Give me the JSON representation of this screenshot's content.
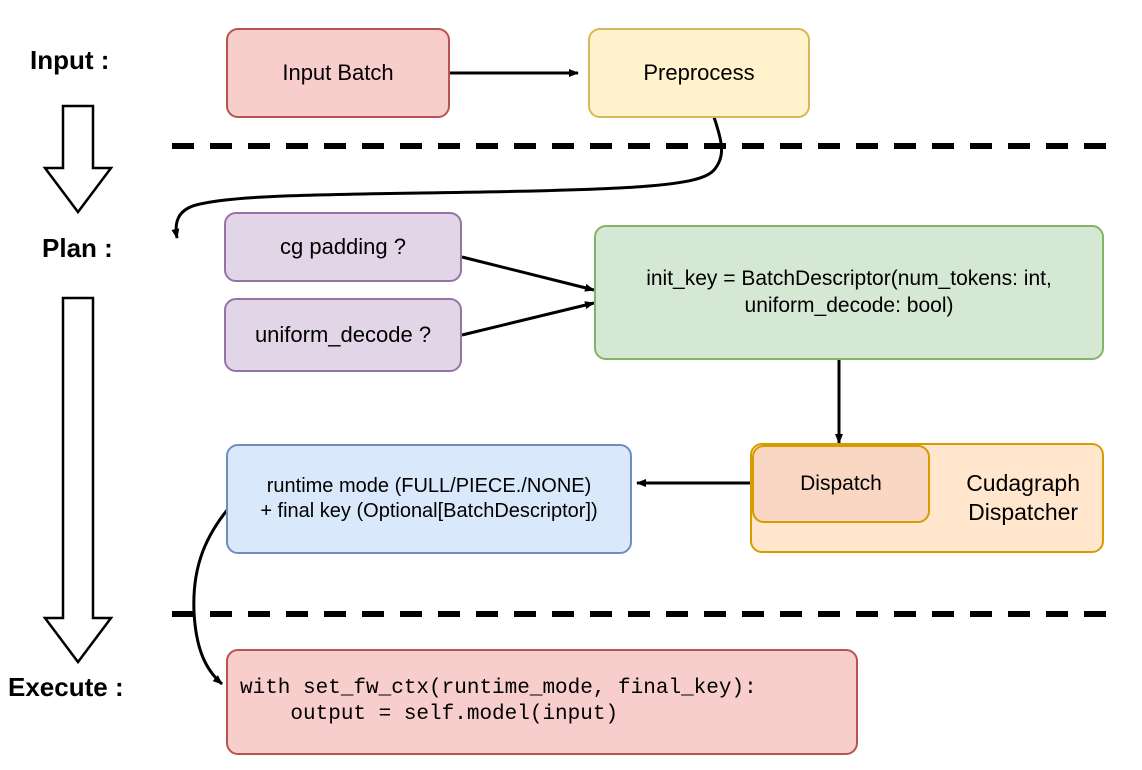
{
  "figure": {
    "title": "vLLM cudagraph dispatch pipeline diagram",
    "background": "#ffffff"
  },
  "stage_labels": [
    {
      "id": "input",
      "text": "Input :"
    },
    {
      "id": "plan",
      "text": "Plan :"
    },
    {
      "id": "execute",
      "text": "Execute :"
    }
  ],
  "nodes": {
    "input_batch": {
      "label": "Input Batch",
      "fill": "#f8cecc",
      "stroke": "#b85450"
    },
    "preprocess": {
      "label": "Preprocess",
      "fill": "#fff2cc",
      "stroke": "#d6b656"
    },
    "cg_padding": {
      "label": "cg padding ?",
      "fill": "#e1d5e7",
      "stroke": "#9673a6"
    },
    "uniform_decode": {
      "label": "uniform_decode ?",
      "fill": "#e1d5e7",
      "stroke": "#9673a6"
    },
    "init_key": {
      "line1": "init_key = BatchDescriptor(num_tokens: int,",
      "line2": "uniform_decode: bool)",
      "fill": "#d5e8d4",
      "stroke": "#82b366"
    },
    "cudagraph_dispatcher": {
      "label": "Cudagraph\nDispatcher",
      "fill": "#ffe6cc",
      "stroke": "#d79b00"
    },
    "dispatch": {
      "label": "Dispatch",
      "fill": "#fad7c3",
      "stroke": "#d79b00"
    },
    "runtime_mode": {
      "line1": "runtime mode (FULL/PIECE./NONE)",
      "line2": "+ final key (Optional[BatchDescriptor])",
      "fill": "#dae8fc",
      "stroke": "#6c8ebf"
    },
    "execute_code": {
      "line1": "with set_fw_ctx(runtime_mode, final_key):",
      "line2": "    output = self.model(input)",
      "fill": "#f8cecc",
      "stroke": "#b85450"
    }
  },
  "separators": [
    {
      "id": "input-plan-divider",
      "style": "dashed"
    },
    {
      "id": "plan-execute-divider",
      "style": "dashed"
    }
  ],
  "edges": [
    {
      "id": "input-batch-to-preprocess",
      "from": "input_batch",
      "to": "preprocess",
      "style": "straight-arrow"
    },
    {
      "id": "preprocess-to-cg-padding",
      "from": "preprocess",
      "to": "cg_padding",
      "style": "curved-arrow"
    },
    {
      "id": "cg-padding-to-init-key",
      "from": "cg_padding",
      "to": "init_key",
      "style": "straight-arrow"
    },
    {
      "id": "uniform-decode-to-init-key",
      "from": "uniform_decode",
      "to": "init_key",
      "style": "straight-arrow"
    },
    {
      "id": "init-key-to-dispatch",
      "from": "init_key",
      "to": "dispatch",
      "style": "straight-arrow"
    },
    {
      "id": "dispatch-to-runtime-mode",
      "from": "dispatch",
      "to": "runtime_mode",
      "style": "straight-arrow"
    },
    {
      "id": "runtime-mode-to-execute-code",
      "from": "runtime_mode",
      "to": "execute_code",
      "style": "curved-arrow"
    }
  ],
  "flow_arrows": [
    {
      "id": "input-to-plan-block-arrow",
      "direction": "down",
      "style": "hollow-block"
    },
    {
      "id": "plan-to-execute-block-arrow",
      "direction": "down",
      "style": "hollow-block"
    }
  ],
  "colors": {
    "line": "#000000",
    "divider": "#000000",
    "text": "#000000"
  }
}
